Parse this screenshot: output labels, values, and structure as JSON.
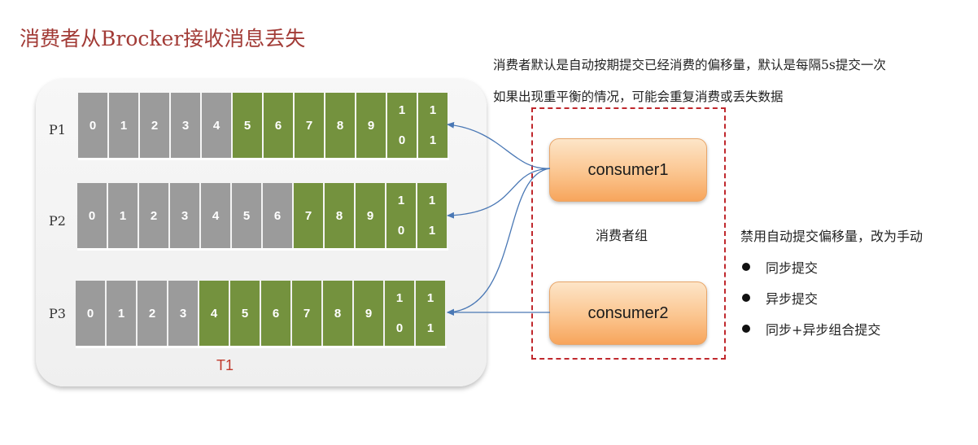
{
  "title": "消费者从Brocker接收消息丢失",
  "notes": {
    "line1": "消费者默认是自动按期提交已经消费的偏移量，默认是每隔5s提交一次",
    "line2": "如果出现重平衡的情况，可能会重复消费或丢失数据"
  },
  "topic": {
    "label": "T1",
    "partitions": [
      {
        "name": "P1",
        "committed_upto": 4,
        "offsets": [
          "0",
          "1",
          "2",
          "3",
          "4",
          "5",
          "6",
          "7",
          "8",
          "9",
          "10",
          "11"
        ]
      },
      {
        "name": "P2",
        "committed_upto": 6,
        "offsets": [
          "0",
          "1",
          "2",
          "3",
          "4",
          "5",
          "6",
          "7",
          "8",
          "9",
          "10",
          "11"
        ]
      },
      {
        "name": "P3",
        "committed_upto": 3,
        "offsets": [
          "0",
          "1",
          "2",
          "3",
          "4",
          "5",
          "6",
          "7",
          "8",
          "9",
          "10",
          "11"
        ]
      }
    ]
  },
  "consumer_group": {
    "label": "消费者组",
    "consumers": [
      "consumer1",
      "consumer2"
    ]
  },
  "solutions": {
    "title": "禁用自动提交偏移量，改为手动",
    "items": [
      "同步提交",
      "异步提交",
      "同步+异步组合提交"
    ]
  },
  "colors": {
    "committed": "#9b9b9b",
    "uncommitted": "#74923e",
    "title": "#a23b36",
    "arrow": "#4a78b5",
    "group_border": "#c0282d"
  }
}
